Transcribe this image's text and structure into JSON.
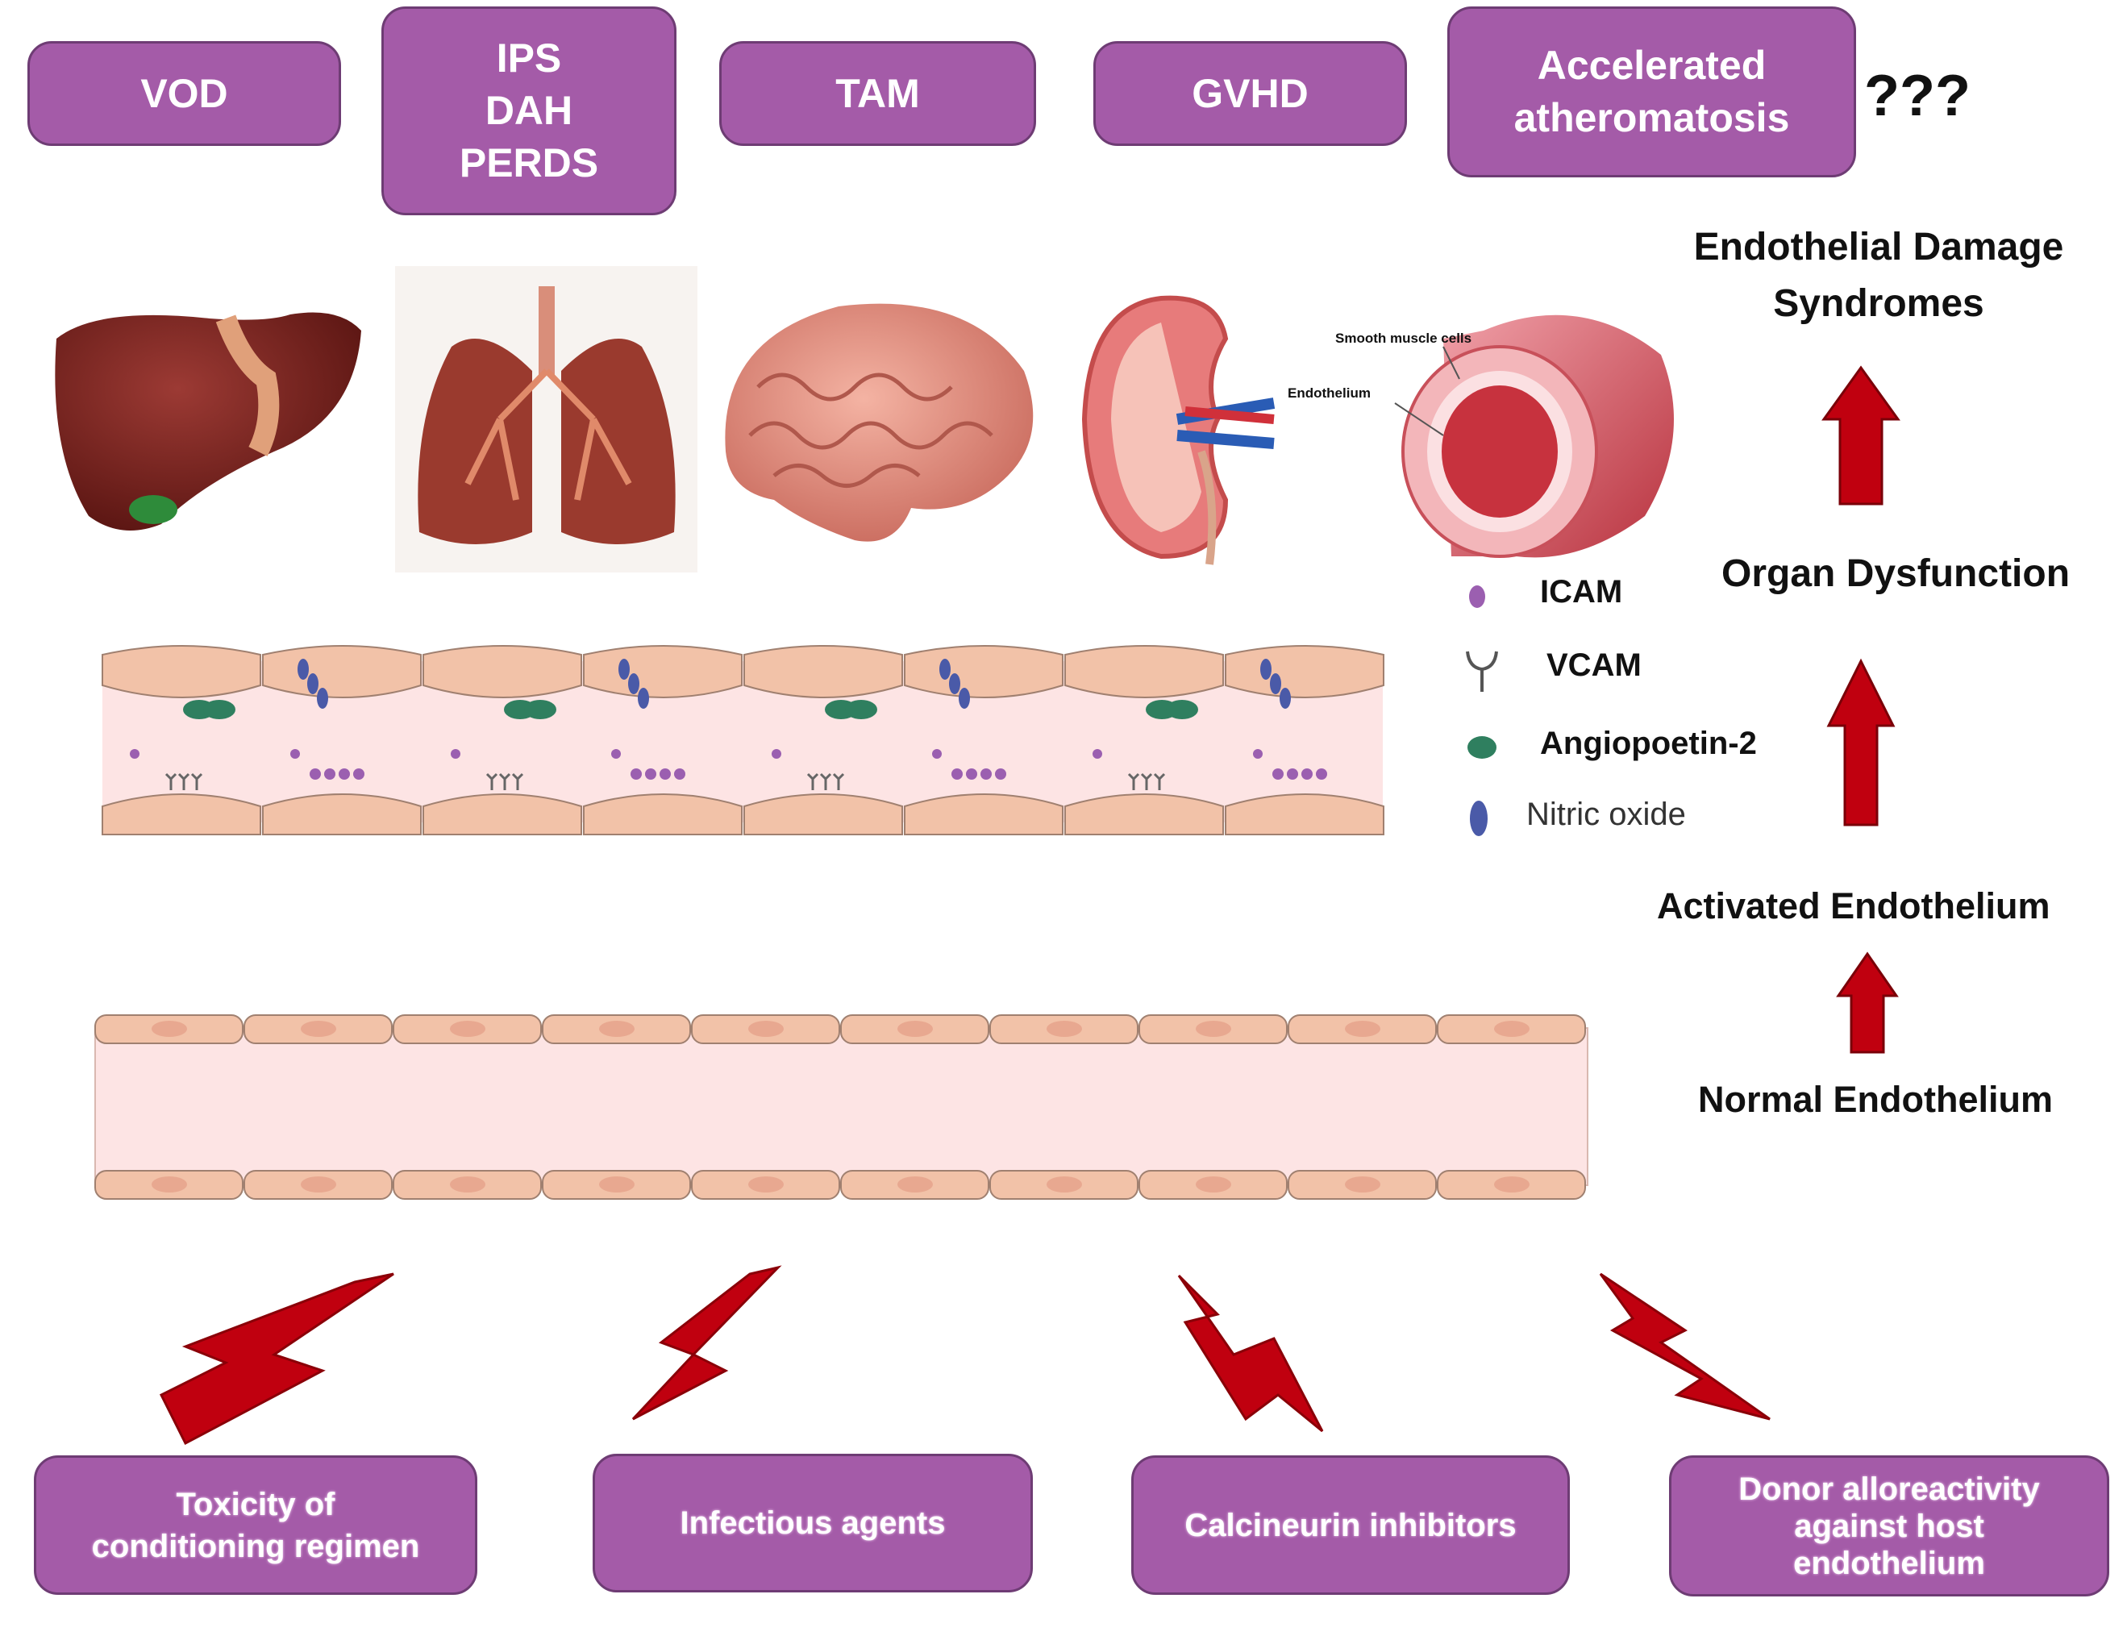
{
  "syndromes": [
    {
      "label": "VOD"
    },
    {
      "label": "IPS\nDAH\nPERDS"
    },
    {
      "label": "TAM"
    },
    {
      "label": "GVHD"
    },
    {
      "label": "Accelerated\natheromatosis"
    }
  ],
  "question_marks": "???",
  "stages": {
    "damage": "Endothelial  Damage\nSyndromes",
    "organ": "Organ  Dysfunction",
    "activated": "Activated Endothelium",
    "normal": "Normal Endothelium"
  },
  "vessel_labels": {
    "smooth_muscle": "Smooth muscle cells",
    "endothelium": "Endothelium"
  },
  "legend": [
    {
      "label": "ICAM",
      "color": "#9b5fb0",
      "icon": "purple-dot"
    },
    {
      "label": "VCAM",
      "color": "#555555",
      "icon": "y-receptor"
    },
    {
      "label": "Angiopoetin-2",
      "color": "#2f7f5f",
      "icon": "green-oval"
    },
    {
      "label": "Nitric oxide",
      "color": "#4a5aa8",
      "icon": "blue-ellipse"
    }
  ],
  "causes": [
    {
      "label": "Toxicity of\nconditioning regimen"
    },
    {
      "label": "Infectious agents"
    },
    {
      "label": "Calcineurin inhibitors"
    },
    {
      "label": "Donor alloreactivity\nagainst host\nendothelium"
    }
  ],
  "colors": {
    "box_fill": "#a45ba8",
    "arrow_red": "#c0000f",
    "cell": "#f2c2a8",
    "lumen": "#fde4e4"
  }
}
